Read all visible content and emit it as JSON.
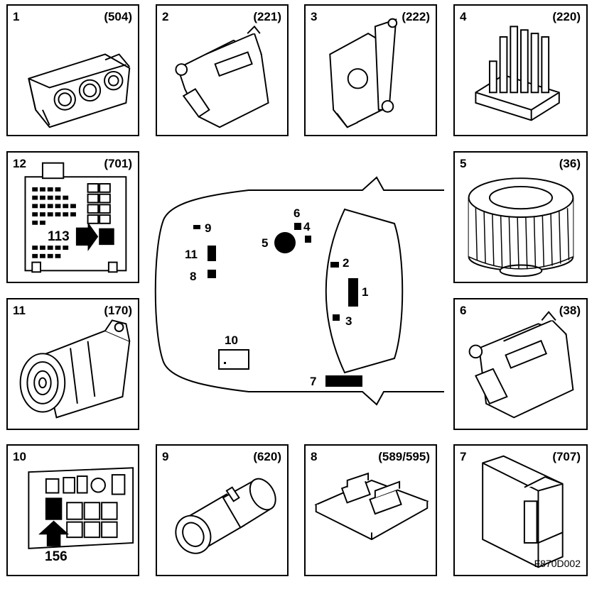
{
  "panels": [
    {
      "num": "1",
      "code": "(504)",
      "icon": "climate-control-panel"
    },
    {
      "num": "2",
      "code": "(221)",
      "icon": "damper-actuator"
    },
    {
      "num": "3",
      "code": "(222)",
      "icon": "damper-actuator-arm"
    },
    {
      "num": "4",
      "code": "(220)",
      "icon": "fan-resistor"
    },
    {
      "num": "12",
      "code": "(701)",
      "icon": "fuse-box"
    },
    {
      "num": "5",
      "code": "(36)",
      "icon": "blower-fan"
    },
    {
      "num": "11",
      "code": "(170)",
      "icon": "ac-compressor"
    },
    {
      "num": "6",
      "code": "(38)",
      "icon": "recirculation-actuator"
    },
    {
      "num": "10",
      "code": "",
      "icon": "engine-fuse-box"
    },
    {
      "num": "9",
      "code": "(620)",
      "icon": "pressure-sensor"
    },
    {
      "num": "8",
      "code": "(589/595)",
      "icon": "engine-control-module"
    },
    {
      "num": "7",
      "code": "(707)",
      "icon": "control-module"
    }
  ],
  "callouts": {
    "fuse_701": "113",
    "fuse_engine": "156"
  },
  "car_labels": {
    "l1": "1",
    "l2": "2",
    "l3": "3",
    "l4": "4",
    "l5": "5",
    "l6": "6",
    "l7": "7",
    "l8": "8",
    "l9": "9",
    "l10": "10",
    "l11": "11"
  },
  "figure_id": "F870D002"
}
